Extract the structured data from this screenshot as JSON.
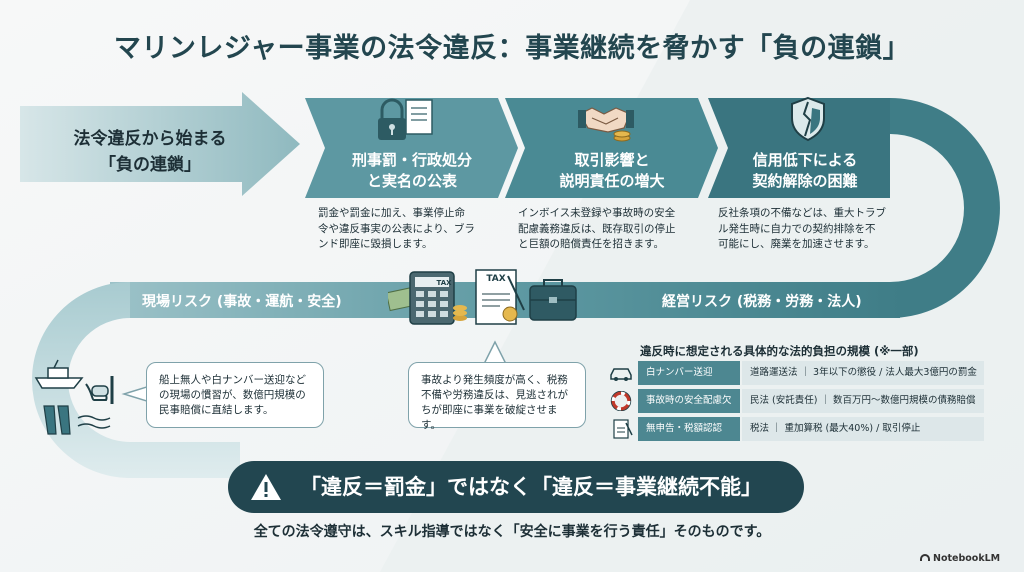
{
  "title": "マリンレジャー事業の法令違反：事業継続を脅かす「負の連鎖」",
  "start_arrow": {
    "line1": "法令違反から始まる",
    "line2": "「負の連鎖」"
  },
  "steps": [
    {
      "title_line1": "刑事罰・行政処分",
      "title_line2": "と実名の公表",
      "desc": [
        "罰金や罰金に加え、事業停止命",
        "令や違反事実の公表により、ブラ",
        "ンド即座に毀損します。"
      ],
      "icon": "padlock-document-icon"
    },
    {
      "title_line1": "取引影響と",
      "title_line2": "説明責任の増大",
      "desc": [
        "インボイス未登録や事故時の安全",
        "配慮義務違反は、既存取引の停止",
        "と巨額の賠償責任を招きます。"
      ],
      "icon": "handshake-coins-icon"
    },
    {
      "title_line1": "信用低下による",
      "title_line2": "契約解除の困難",
      "desc": [
        "反社条項の不備などは、重大トラブ",
        "ル発生時に自力での契約排除を不",
        "可能にし、廃業を加速させます。"
      ],
      "icon": "broken-shield-icon"
    }
  ],
  "band_left_label": "現場リスク (事故・運航・安全)",
  "band_right_label": "経営リスク (税務・労務・法人)",
  "callout_left": [
    "船上無人や白ナンバー送迎など",
    "の現場の慣習が、数億円規模の",
    "民事賠償に直結します。"
  ],
  "callout_center": [
    "事故より発生頻度が高く、税務",
    "不備や労務違反は、見逃されが",
    "ちが即座に事業を破綻させます。"
  ],
  "middle_icons": {
    "calc_tax": "TAX",
    "doc_tax": "TAX"
  },
  "table": {
    "title": "違反時に想定される具体的な法的負担の規模 (※一部)",
    "rows": [
      {
        "icon": "car-icon",
        "name": "白ナンバー送迎",
        "desc": "道路運送法 ｜ 3年以下の懲役 / 法人最大3億円の罰金"
      },
      {
        "icon": "lifebuoy-icon",
        "name": "事故時の安全配慮欠如",
        "desc": "民法 (安託責任) ｜ 数百万円～数億円規模の債務賠償"
      },
      {
        "icon": "tax-document-icon",
        "name": "無申告・税額認認",
        "desc": "税法 ｜ 重加算税 (最大40%) / 取引停止"
      }
    ]
  },
  "banner": "「違反＝罰金」ではなく「違反＝事業継続不能」",
  "footer": "全ての法令遵守は、スキル指導ではなく「安全に事業を行う責任」そのものです。",
  "brand": "NotebookLM",
  "colors": {
    "teal_dark": "#224650",
    "teal_mid": "#3f7d87",
    "teal_light": "#7fb0b8",
    "band": "#5d98a2"
  }
}
